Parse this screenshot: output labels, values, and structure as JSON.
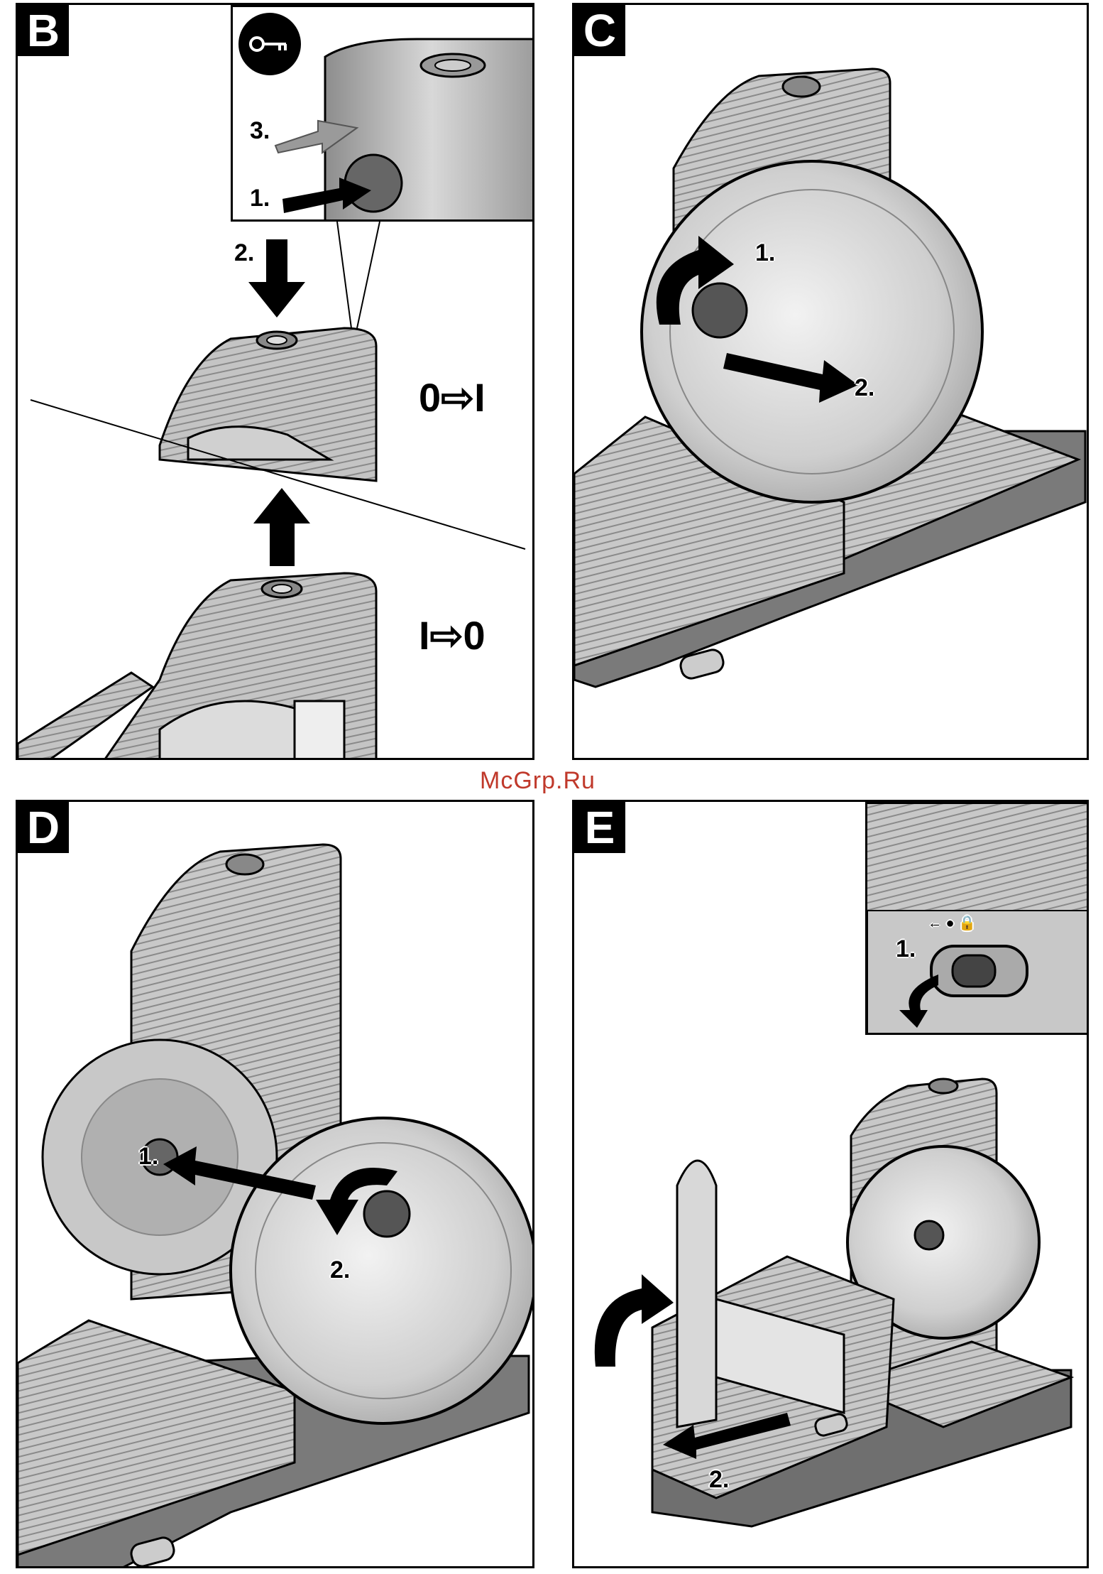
{
  "watermark": "McGrp.Ru",
  "colors": {
    "metal": "#b9b9b9",
    "metal_dark": "#6a6a6a",
    "metal_light": "#e6e6e6",
    "base": "#7a7a7a",
    "ink": "#000000",
    "watermark": "#c0392b"
  },
  "panels": {
    "B": {
      "letter": "B",
      "inset_icon": "key-icon",
      "steps": {
        "s1": "1.",
        "s2": "2.",
        "s3": "3."
      },
      "switch_on": "0⇨I",
      "switch_off": "I⇨0"
    },
    "C": {
      "letter": "C",
      "steps": {
        "s1": "1.",
        "s2": "2."
      }
    },
    "D": {
      "letter": "D",
      "steps": {
        "s1": "1.",
        "s2": "2."
      }
    },
    "E": {
      "letter": "E",
      "steps": {
        "s1": "1.",
        "s2": "2."
      },
      "lock_symbols": "← ● 🔒"
    }
  }
}
